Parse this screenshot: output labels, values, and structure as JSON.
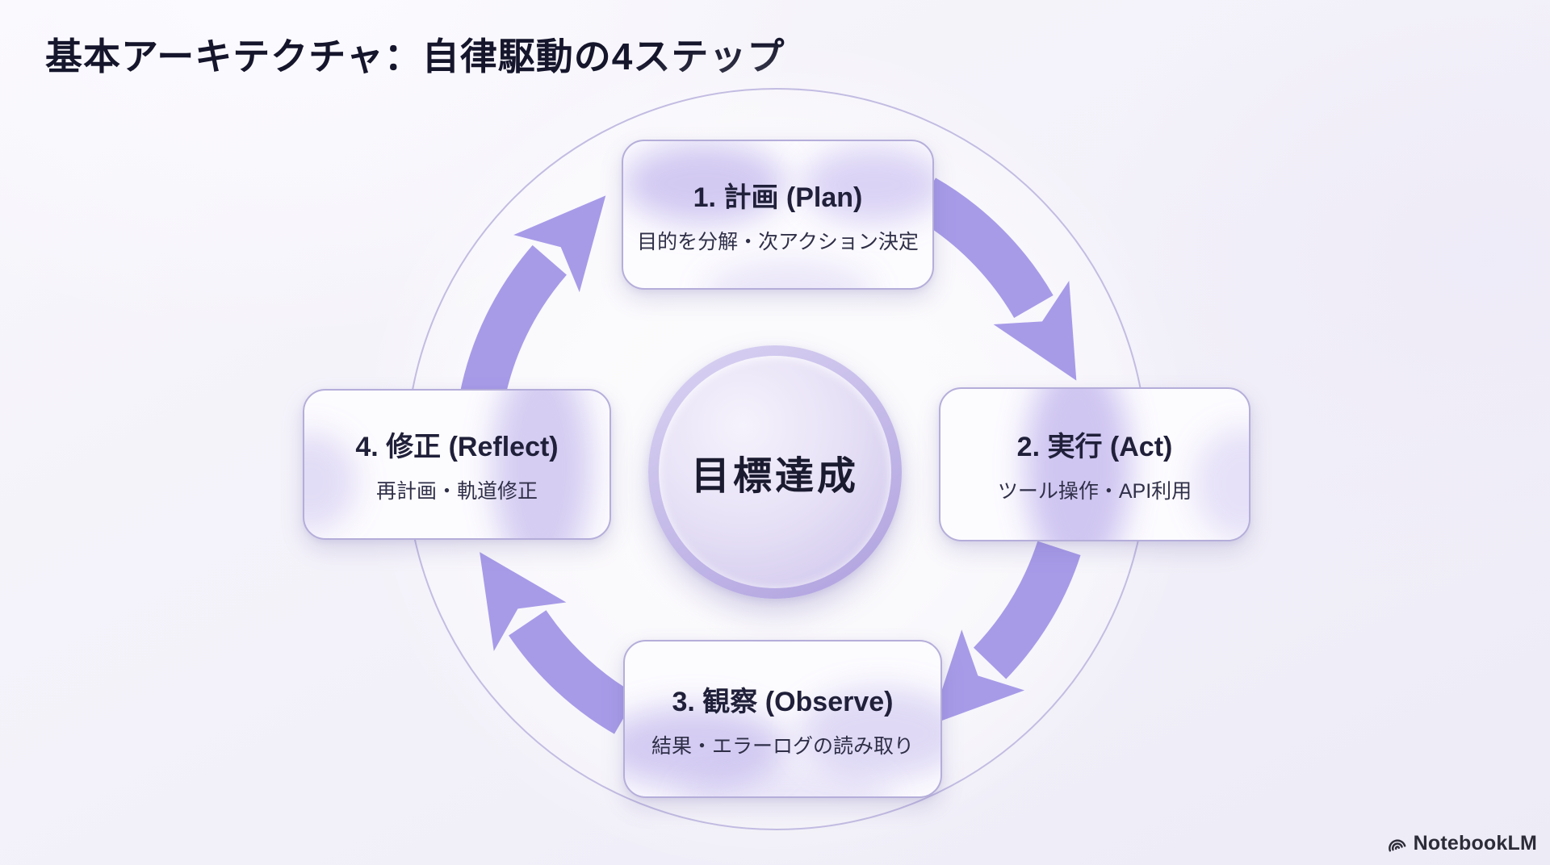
{
  "header": {
    "title": "基本アーキテクチャ：自律駆動の4ステップ"
  },
  "diagram": {
    "type": "cycle",
    "center": {
      "label": "目標達成"
    },
    "steps": [
      {
        "key": "plan",
        "title": "1. 計画 (Plan)",
        "subtitle": "目的を分解・次アクション決定"
      },
      {
        "key": "act",
        "title": "2. 実行 (Act)",
        "subtitle": "ツール操作・API利用"
      },
      {
        "key": "observe",
        "title": "3. 観察 (Observe)",
        "subtitle": "結果・エラーログの読み取り"
      },
      {
        "key": "reflect",
        "title": "4. 修正 (Reflect)",
        "subtitle": "再計画・軌道修正"
      }
    ],
    "flow": [
      "plan",
      "act",
      "observe",
      "reflect"
    ]
  },
  "branding": {
    "logo_icon": "notebooklm-arcs-icon",
    "logo_text": "NotebookLM"
  },
  "colors": {
    "arrow": "#a79be8",
    "ring": "#c3bce2",
    "card_border": "#b5aeda",
    "card_bg": "#fcfbfe",
    "title_text": "#15152c",
    "card_title_text": "#20203a",
    "card_subtitle_text": "#2f2f48",
    "center_label_text": "#1b1b30",
    "center_fill": "#e7e1f6",
    "center_rim": "#b4a7e1",
    "logo_text": "#2c2c38",
    "background": "#f3f1f9"
  }
}
